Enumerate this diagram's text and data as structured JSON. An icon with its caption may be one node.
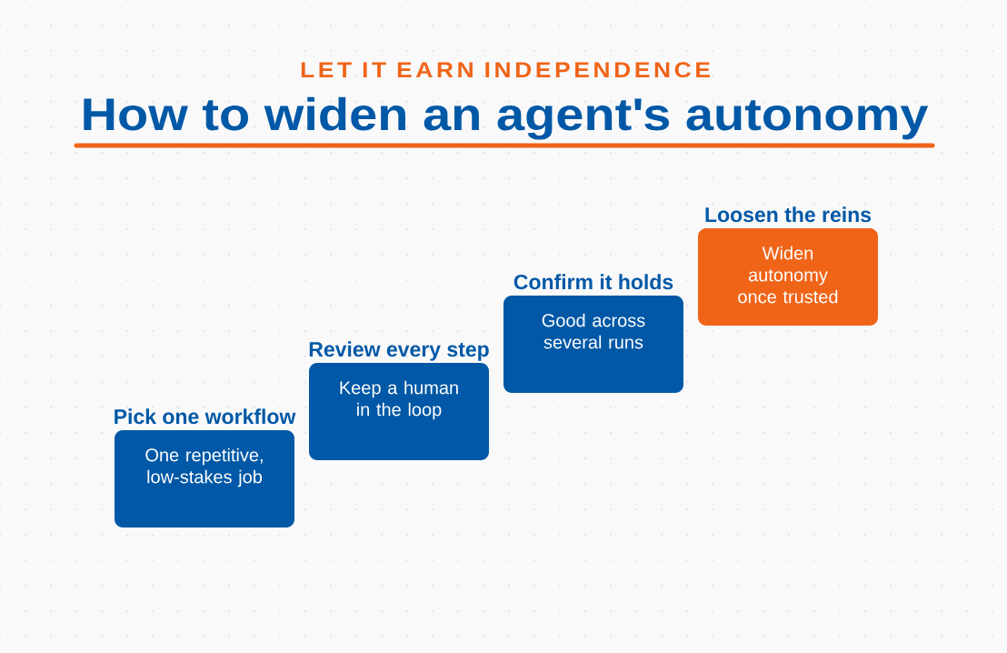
{
  "diagram": {
    "title": "How to widen an agent's autonomy",
    "nodes": [
      {
        "text": [
          "Pick one workflow",
          "One repetitive, low-stakes job"
        ]
      },
      {
        "text": [
          "Review every step",
          "Keep a human in the loop"
        ]
      },
      {
        "text": [
          "Confirm it holds",
          "Good across several runs"
        ]
      },
      {
        "text": [
          "Loosen the reins",
          "Widen autonomy once trusted"
        ]
      }
    ],
    "labels": [
      "LET IT EARN INDEPENDENCE"
    ]
  }
}
